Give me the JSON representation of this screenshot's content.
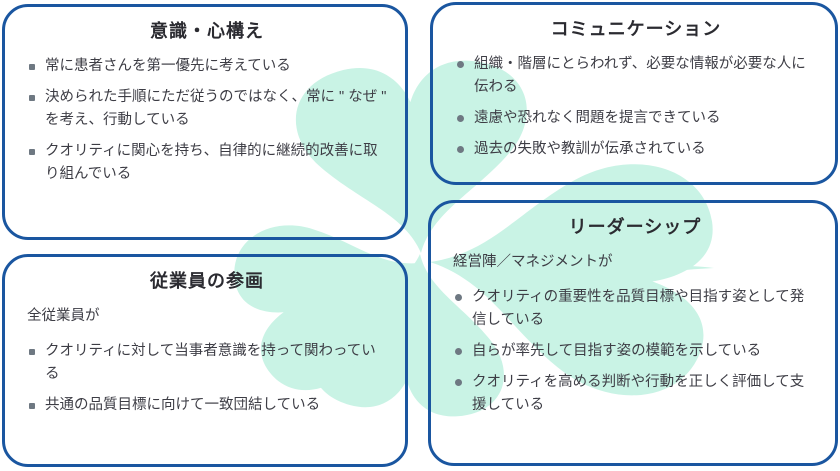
{
  "colors": {
    "border": "#1a56a0",
    "mint": "#c9f3e5",
    "title": "#2b2b31",
    "body": "#3d3d45",
    "bullet": "#6e7882"
  },
  "illustration": {
    "name": "four-leaf-clover"
  },
  "quadrants": [
    {
      "id": "mindset",
      "title": "意識・心構え",
      "bullets": [
        "常に患者さんを第一優先に考えている",
        "決められた手順にただ従うのではなく、常に \" なぜ \" を考え、行動している",
        "クオリティに関心を持ち、自律的に継続的改善に取り組んでいる"
      ]
    },
    {
      "id": "communication",
      "title": "コミュニケーション",
      "bullets": [
        "組織・階層にとらわれず、必要な情報が必要な人に伝わる",
        "遠慮や恐れなく問題を提言できている",
        "過去の失敗や教訓が伝承されている"
      ]
    },
    {
      "id": "participation",
      "title": "従業員の参画",
      "intro": "全従業員が",
      "bullets": [
        "クオリティに対して当事者意識を持って関わっている",
        "共通の品質目標に向けて一致団結している"
      ]
    },
    {
      "id": "leadership",
      "title": "リーダーシップ",
      "intro": "経営陣／マネジメントが",
      "bullets": [
        "クオリティの重要性を品質目標や目指す姿として発信している",
        "自らが率先して目指す姿の模範を示している",
        "クオリティを高める判断や行動を正しく評価して支援している"
      ]
    }
  ]
}
